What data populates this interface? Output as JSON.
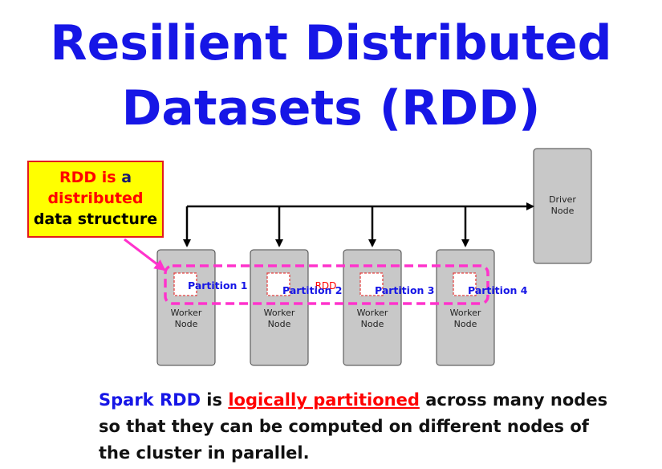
{
  "title_line1": "Resilient Distributed",
  "title_line2": "Datasets (RDD)",
  "callout": {
    "part1": "RDD is",
    "part2": "a",
    "line2": "distributed",
    "line3": "data structure"
  },
  "driver": {
    "line1": "Driver",
    "line2": "Node"
  },
  "workers": [
    {
      "line1": "Worker",
      "line2": "Node",
      "partition": "Partition 1"
    },
    {
      "line1": "Worker",
      "line2": "Node",
      "partition": "Partition 2"
    },
    {
      "line1": "Worker",
      "line2": "Node",
      "partition": "Partition 3"
    },
    {
      "line1": "Worker",
      "line2": "Node",
      "partition": "Partition 4"
    }
  ],
  "rdd_label": "RDD",
  "caption": {
    "spark_rdd": "Spark RDD",
    "is": " is ",
    "logically": "logically partitioned",
    "rest1": " across many nodes",
    "line2": "so that they can be computed on different nodes of",
    "line3": "the cluster in parallel."
  },
  "colors": {
    "title_blue": "#1616e6",
    "callout_bg": "#ffff00",
    "callout_border": "#e31b1b",
    "magenta": "#ff33cc",
    "node_gray": "#c8c8c8"
  }
}
